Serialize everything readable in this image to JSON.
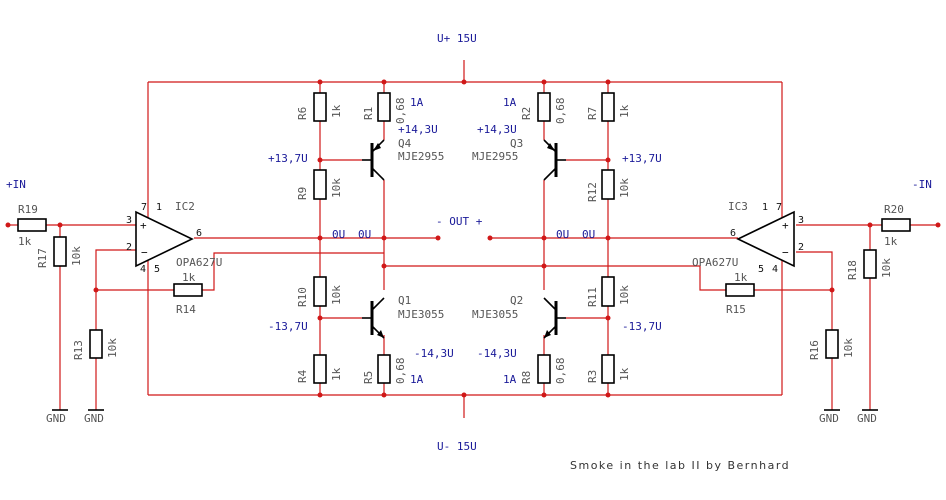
{
  "rails": {
    "top": "U+ 15U",
    "bottom": "U- 15U"
  },
  "inputs": {
    "pos": "+IN",
    "neg": "-IN"
  },
  "output": "- OUT +",
  "footer": "Smoke in the lab II by Bernhard",
  "gnd": "GND",
  "opamps": {
    "ic2": {
      "name": "IC2",
      "type": "OPA627U",
      "pin_p": "3",
      "pin_n": "2",
      "pin_out": "6",
      "pin7": "7",
      "pin1": "1",
      "pin4": "4",
      "pin5": "5"
    },
    "ic3": {
      "name": "IC3",
      "type": "OPA627U",
      "pin_p": "3",
      "pin_n": "2",
      "pin_out": "6",
      "pin7": "7",
      "pin1": "1",
      "pin4": "4",
      "pin5": "5"
    }
  },
  "transistors": {
    "q1": {
      "name": "Q1",
      "type": "MJE3055"
    },
    "q2": {
      "name": "Q2",
      "type": "MJE3055"
    },
    "q3": {
      "name": "Q3",
      "type": "MJE2955"
    },
    "q4": {
      "name": "Q4",
      "type": "MJE2955"
    }
  },
  "resistors": {
    "r1": {
      "name": "R1",
      "value": "0,68",
      "extra": "1A"
    },
    "r2": {
      "name": "R2",
      "value": "0,68",
      "extra": "1A"
    },
    "r3": {
      "name": "R3",
      "value": "1k"
    },
    "r4": {
      "name": "R4",
      "value": "1k"
    },
    "r5": {
      "name": "R5",
      "value": "0,68",
      "extra": "1A"
    },
    "r6": {
      "name": "R6",
      "value": "1k"
    },
    "r7": {
      "name": "R7",
      "value": "1k"
    },
    "r8": {
      "name": "R8",
      "value": "0,68",
      "extra": "1A"
    },
    "r9": {
      "name": "R9",
      "value": "10k"
    },
    "r10": {
      "name": "R10",
      "value": "10k"
    },
    "r11": {
      "name": "R11",
      "value": "10k"
    },
    "r12": {
      "name": "R12",
      "value": "10k"
    },
    "r13": {
      "name": "R13",
      "value": "10k"
    },
    "r14": {
      "name": "R14",
      "value": "1k"
    },
    "r15": {
      "name": "R15",
      "value": "1k"
    },
    "r16": {
      "name": "R16",
      "value": "10k"
    },
    "r17": {
      "name": "R17",
      "value": "10k"
    },
    "r18": {
      "name": "R18",
      "value": "10k"
    },
    "r19": {
      "name": "R19",
      "value": "1k"
    },
    "r20": {
      "name": "R20",
      "value": "1k"
    }
  },
  "voltages": {
    "base_q4": "+13,7U",
    "base_q3": "+13,7U",
    "emitter_q4": "+14,3U",
    "emitter_q3": "+14,3U",
    "base_q1": "-13,7U",
    "base_q2": "-13,7U",
    "emitter_q1": "-14,3U",
    "emitter_q2": "-14,3U",
    "zero_left_a": "0U",
    "zero_left_b": "0U",
    "zero_right_a": "0U",
    "zero_right_b": "0U"
  }
}
